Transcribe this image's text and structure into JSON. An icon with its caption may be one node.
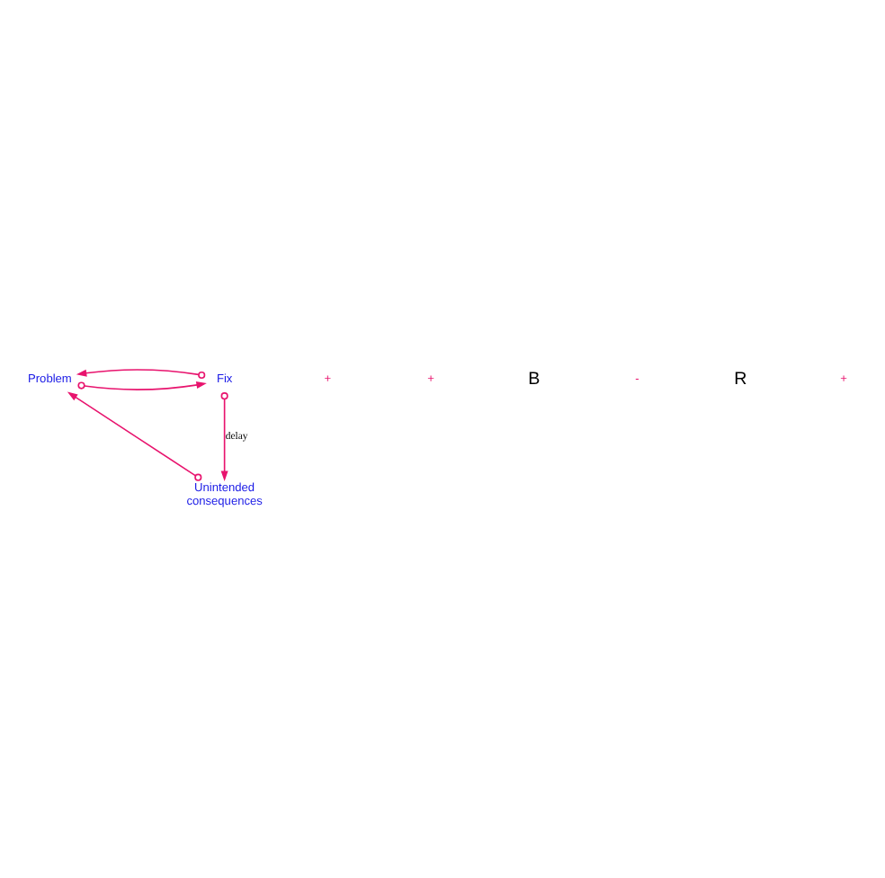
{
  "diagram": {
    "nodes": [
      {
        "text": [
          "Problem"
        ]
      },
      {
        "text": [
          "Fix"
        ]
      },
      {
        "text": [
          "Unintended consequences"
        ]
      }
    ],
    "edges": [
      {
        "from": 0,
        "to": 1,
        "arrow": "to"
      },
      {
        "from": 1,
        "to": 0,
        "arrow": "to"
      },
      {
        "from": 1,
        "to": 2,
        "arrow": "to",
        "label": "delay"
      },
      {
        "from": 2,
        "to": 0,
        "arrow": "to"
      }
    ],
    "labels": [
      "+",
      "+",
      "B",
      "-",
      "R",
      "+"
    ]
  }
}
